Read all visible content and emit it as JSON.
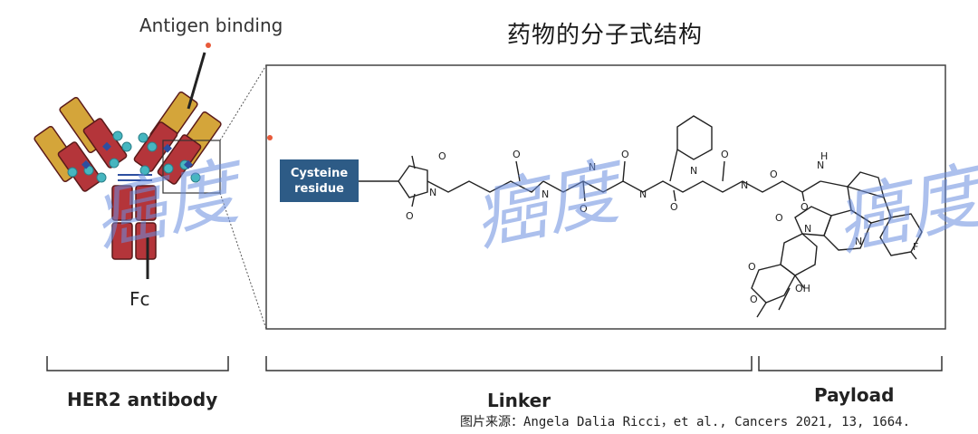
{
  "title": "药物的分子式结构",
  "antibody": {
    "antigen_label": "Antigen binding",
    "fc_label": "Fc"
  },
  "cysteine_box": {
    "line1": "Cysteine",
    "line2": "residue"
  },
  "sections": {
    "her2": "HER2 antibody",
    "linker": "Linker",
    "payload": "Payload"
  },
  "molecule_atoms": {
    "o": "O",
    "n": "N",
    "nh": "H",
    "f": "F",
    "oh": "OH"
  },
  "watermark": "癌度",
  "source": "图片来源：Angela Dalia Ricci，et al., Cancers 2021, 13, 1664.",
  "colors": {
    "heavy_chain": "#b4353a",
    "light_chain": "#d4a53a",
    "cys_box": "#2d5b86",
    "conjugate_dots": "#46b6c0",
    "watermark": "#6a8ee0"
  }
}
